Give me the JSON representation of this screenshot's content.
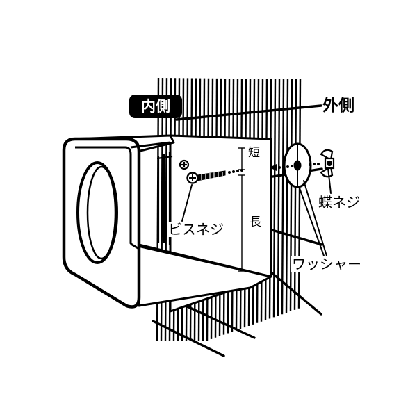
{
  "labels": {
    "inside": "内側",
    "outside": "外側",
    "butterfly_screw": "蝶ネジ",
    "screw": "ビスネジ",
    "washer": "ワッシャー",
    "short": "短",
    "long": "長"
  },
  "colors": {
    "ink": "#000000",
    "paper": "#ffffff"
  }
}
